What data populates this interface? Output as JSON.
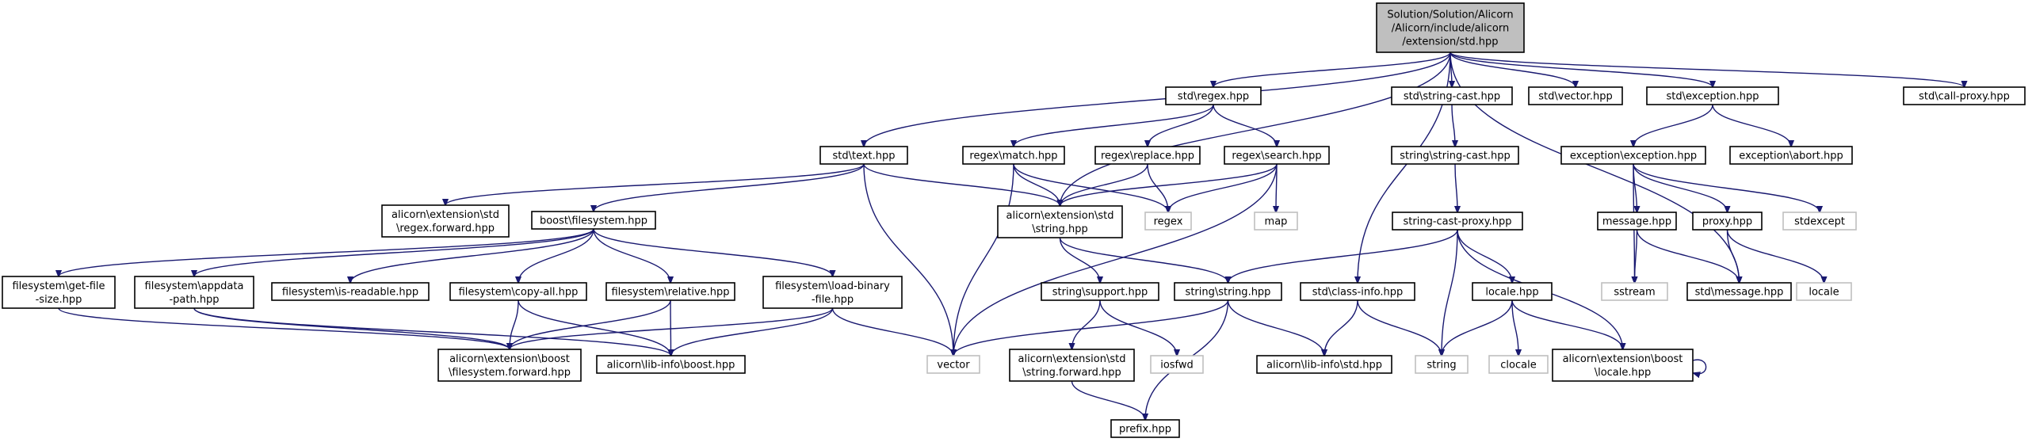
{
  "colors": {
    "edge": "#191970",
    "root_fill": "#bfbfbf",
    "external_border": "#bfbfbf",
    "external_text": "#808080"
  },
  "nodes": [
    {
      "id": "std_hpp",
      "kind": "root",
      "lines": [
        "Solution/Solution/Alicorn",
        "/Alicorn/include/alicorn",
        "/extension/std.hpp"
      ]
    },
    {
      "id": "std_text",
      "kind": "doc",
      "lines": [
        "std\\text.hpp"
      ]
    },
    {
      "id": "std_regex",
      "kind": "doc",
      "lines": [
        "std\\regex.hpp"
      ]
    },
    {
      "id": "std_string_cast",
      "kind": "doc",
      "lines": [
        "std\\string-cast.hpp"
      ]
    },
    {
      "id": "std_vector",
      "kind": "doc",
      "lines": [
        "std\\vector.hpp"
      ]
    },
    {
      "id": "std_exception",
      "kind": "doc",
      "lines": [
        "std\\exception.hpp"
      ]
    },
    {
      "id": "std_call_proxy",
      "kind": "doc",
      "lines": [
        "std\\call-proxy.hpp"
      ]
    },
    {
      "id": "regex_match",
      "kind": "doc",
      "lines": [
        "regex\\match.hpp"
      ]
    },
    {
      "id": "regex_replace",
      "kind": "doc",
      "lines": [
        "regex\\replace.hpp"
      ]
    },
    {
      "id": "regex_search",
      "kind": "doc",
      "lines": [
        "regex\\search.hpp"
      ]
    },
    {
      "id": "string_string_cast",
      "kind": "doc",
      "lines": [
        "string\\string-cast.hpp"
      ]
    },
    {
      "id": "exception_exception",
      "kind": "doc",
      "lines": [
        "exception\\exception.hpp"
      ]
    },
    {
      "id": "exception_abort",
      "kind": "doc",
      "lines": [
        "exception\\abort.hpp"
      ]
    },
    {
      "id": "ext_regex_forward",
      "kind": "doc",
      "lines": [
        "alicorn\\extension\\std",
        "\\regex.forward.hpp"
      ]
    },
    {
      "id": "boost_filesystem",
      "kind": "doc",
      "lines": [
        "boost\\filesystem.hpp"
      ]
    },
    {
      "id": "ext_std_string",
      "kind": "doc",
      "lines": [
        "alicorn\\extension\\std",
        "\\string.hpp"
      ]
    },
    {
      "id": "regex_ext",
      "kind": "external",
      "lines": [
        "regex"
      ]
    },
    {
      "id": "map_ext",
      "kind": "external",
      "lines": [
        "map"
      ]
    },
    {
      "id": "string_cast_proxy",
      "kind": "doc",
      "lines": [
        "string-cast-proxy.hpp"
      ]
    },
    {
      "id": "message_hpp",
      "kind": "doc",
      "lines": [
        "message.hpp"
      ]
    },
    {
      "id": "proxy_hpp",
      "kind": "doc",
      "lines": [
        "proxy.hpp"
      ]
    },
    {
      "id": "stdexcept_ext",
      "kind": "external",
      "lines": [
        "stdexcept"
      ]
    },
    {
      "id": "fs_get_file_size",
      "kind": "doc",
      "lines": [
        "filesystem\\get-file",
        "-size.hpp"
      ]
    },
    {
      "id": "fs_appdata_path",
      "kind": "doc",
      "lines": [
        "filesystem\\appdata",
        "-path.hpp"
      ]
    },
    {
      "id": "fs_is_readable",
      "kind": "doc",
      "lines": [
        "filesystem\\is-readable.hpp"
      ]
    },
    {
      "id": "fs_copy_all",
      "kind": "doc",
      "lines": [
        "filesystem\\copy-all.hpp"
      ]
    },
    {
      "id": "fs_relative",
      "kind": "doc",
      "lines": [
        "filesystem\\relative.hpp"
      ]
    },
    {
      "id": "fs_load_binary",
      "kind": "doc",
      "lines": [
        "filesystem\\load-binary",
        "-file.hpp"
      ]
    },
    {
      "id": "string_support",
      "kind": "doc",
      "lines": [
        "string\\support.hpp"
      ]
    },
    {
      "id": "string_string",
      "kind": "doc",
      "lines": [
        "string\\string.hpp"
      ]
    },
    {
      "id": "std_class_info",
      "kind": "doc",
      "lines": [
        "std\\class-info.hpp"
      ]
    },
    {
      "id": "locale_hpp",
      "kind": "doc",
      "lines": [
        "locale.hpp"
      ]
    },
    {
      "id": "sstream_ext",
      "kind": "external",
      "lines": [
        "sstream"
      ]
    },
    {
      "id": "std_message",
      "kind": "doc",
      "lines": [
        "std\\message.hpp"
      ]
    },
    {
      "id": "locale_ext",
      "kind": "external",
      "lines": [
        "locale"
      ]
    },
    {
      "id": "ext_boost_fs_forward",
      "kind": "doc",
      "lines": [
        "alicorn\\extension\\boost",
        "\\filesystem.forward.hpp"
      ]
    },
    {
      "id": "libinfo_boost",
      "kind": "doc",
      "lines": [
        "alicorn\\lib-info\\boost.hpp"
      ]
    },
    {
      "id": "vector_ext",
      "kind": "external",
      "lines": [
        "vector"
      ]
    },
    {
      "id": "ext_string_forward",
      "kind": "doc",
      "lines": [
        "alicorn\\extension\\std",
        "\\string.forward.hpp"
      ]
    },
    {
      "id": "iosfwd_ext",
      "kind": "external",
      "lines": [
        "iosfwd"
      ]
    },
    {
      "id": "libinfo_std",
      "kind": "doc",
      "lines": [
        "alicorn\\lib-info\\std.hpp"
      ]
    },
    {
      "id": "string_ext",
      "kind": "external",
      "lines": [
        "string"
      ]
    },
    {
      "id": "clocale_ext",
      "kind": "external",
      "lines": [
        "clocale"
      ]
    },
    {
      "id": "ext_boost_locale",
      "kind": "doc",
      "lines": [
        "alicorn\\extension\\boost",
        "\\locale.hpp"
      ]
    },
    {
      "id": "prefix_hpp",
      "kind": "doc",
      "lines": [
        "prefix.hpp"
      ]
    }
  ],
  "edges": [
    [
      "std_hpp",
      "std_text"
    ],
    [
      "std_hpp",
      "std_regex"
    ],
    [
      "std_hpp",
      "std_string_cast"
    ],
    [
      "std_hpp",
      "std_vector"
    ],
    [
      "std_hpp",
      "std_exception"
    ],
    [
      "std_hpp",
      "std_call_proxy"
    ],
    [
      "std_hpp",
      "ext_std_string"
    ],
    [
      "std_hpp",
      "std_class_info"
    ],
    [
      "std_hpp",
      "std_message"
    ],
    [
      "std_text",
      "ext_regex_forward"
    ],
    [
      "std_text",
      "boost_filesystem"
    ],
    [
      "std_text",
      "ext_std_string"
    ],
    [
      "std_text",
      "vector_ext"
    ],
    [
      "std_regex",
      "regex_match"
    ],
    [
      "std_regex",
      "regex_replace"
    ],
    [
      "std_regex",
      "regex_search"
    ],
    [
      "regex_match",
      "ext_std_string"
    ],
    [
      "regex_match",
      "regex_ext"
    ],
    [
      "regex_match",
      "vector_ext"
    ],
    [
      "regex_replace",
      "ext_std_string"
    ],
    [
      "regex_replace",
      "regex_ext"
    ],
    [
      "regex_search",
      "ext_std_string"
    ],
    [
      "regex_search",
      "regex_ext"
    ],
    [
      "regex_search",
      "map_ext"
    ],
    [
      "regex_search",
      "vector_ext"
    ],
    [
      "std_string_cast",
      "string_string_cast"
    ],
    [
      "string_string_cast",
      "string_cast_proxy"
    ],
    [
      "string_cast_proxy",
      "string_string"
    ],
    [
      "string_cast_proxy",
      "string_ext"
    ],
    [
      "string_cast_proxy",
      "locale_hpp"
    ],
    [
      "string_cast_proxy",
      "ext_boost_locale"
    ],
    [
      "std_exception",
      "exception_exception"
    ],
    [
      "std_exception",
      "exception_abort"
    ],
    [
      "exception_exception",
      "message_hpp"
    ],
    [
      "exception_exception",
      "proxy_hpp"
    ],
    [
      "exception_exception",
      "stdexcept_ext"
    ],
    [
      "exception_exception",
      "sstream_ext"
    ],
    [
      "message_hpp",
      "sstream_ext"
    ],
    [
      "message_hpp",
      "std_message"
    ],
    [
      "proxy_hpp",
      "std_message"
    ],
    [
      "proxy_hpp",
      "locale_ext"
    ],
    [
      "boost_filesystem",
      "fs_get_file_size"
    ],
    [
      "boost_filesystem",
      "fs_appdata_path"
    ],
    [
      "boost_filesystem",
      "fs_is_readable"
    ],
    [
      "boost_filesystem",
      "fs_copy_all"
    ],
    [
      "boost_filesystem",
      "fs_relative"
    ],
    [
      "boost_filesystem",
      "fs_load_binary"
    ],
    [
      "fs_get_file_size",
      "ext_boost_fs_forward"
    ],
    [
      "fs_appdata_path",
      "ext_boost_fs_forward"
    ],
    [
      "fs_appdata_path",
      "libinfo_boost"
    ],
    [
      "fs_copy_all",
      "ext_boost_fs_forward"
    ],
    [
      "fs_copy_all",
      "libinfo_boost"
    ],
    [
      "fs_relative",
      "ext_boost_fs_forward"
    ],
    [
      "fs_relative",
      "libinfo_boost"
    ],
    [
      "fs_load_binary",
      "ext_boost_fs_forward"
    ],
    [
      "fs_load_binary",
      "libinfo_boost"
    ],
    [
      "fs_load_binary",
      "vector_ext"
    ],
    [
      "ext_std_string",
      "string_support"
    ],
    [
      "ext_std_string",
      "string_string"
    ],
    [
      "string_support",
      "ext_string_forward"
    ],
    [
      "string_support",
      "iosfwd_ext"
    ],
    [
      "string_string",
      "vector_ext"
    ],
    [
      "string_string",
      "libinfo_std"
    ],
    [
      "string_string",
      "prefix_hpp"
    ],
    [
      "ext_string_forward",
      "prefix_hpp"
    ],
    [
      "std_class_info",
      "libinfo_std"
    ],
    [
      "std_class_info",
      "string_ext"
    ],
    [
      "locale_hpp",
      "string_ext"
    ],
    [
      "locale_hpp",
      "clocale_ext"
    ],
    [
      "locale_hpp",
      "ext_boost_locale"
    ],
    [
      "ext_boost_locale",
      "ext_boost_locale"
    ]
  ]
}
